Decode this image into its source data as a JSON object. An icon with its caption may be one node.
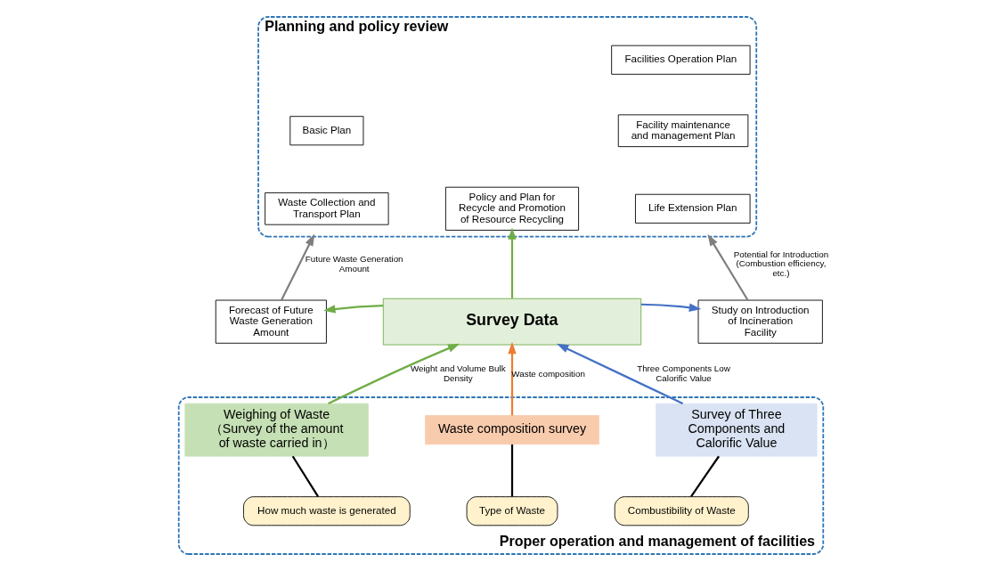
{
  "diagram": {
    "nodes": [
      {
        "text": [
          "Planning and policy review"
        ]
      },
      {
        "text": [
          "Basic Plan"
        ],
        "in": 0
      },
      {
        "text": [
          "Waste Collection and Transport Plan"
        ],
        "in": 0
      },
      {
        "text": [
          "Policy and Plan for Recycle and Promotion of Resource Recycling"
        ],
        "in": 0
      },
      {
        "text": [
          "Facilities Operation Plan"
        ],
        "in": 0
      },
      {
        "text": [
          "Facility maintenance and management Plan"
        ],
        "in": 0
      },
      {
        "text": [
          "Life Extension Plan"
        ],
        "in": 0
      },
      {
        "text": [
          "Forecast of Future Waste Generation Amount"
        ]
      },
      {
        "text": [
          "Survey Data"
        ]
      },
      {
        "text": [
          "Study on Introduction of Incineration Facility"
        ]
      },
      {
        "text": [
          "Proper operation and management of facilities"
        ]
      },
      {
        "text": [
          "Weighing of Waste （Survey of the amount of waste carried in）"
        ],
        "in": 10
      },
      {
        "text": [
          "Waste composition survey"
        ],
        "in": 10
      },
      {
        "text": [
          "Survey of Three Components and Calorific Value"
        ],
        "in": 10
      },
      {
        "text": [
          "How much waste is generated"
        ],
        "in": 10
      },
      {
        "text": [
          "Type of Waste"
        ],
        "in": 10
      },
      {
        "text": [
          "Combustibility of Waste"
        ],
        "in": 10
      }
    ],
    "edges": [
      {
        "from": 7,
        "to": 0,
        "arrow": "to",
        "label": "Future Waste Generation Amount",
        "color": "#7f7f7f"
      },
      {
        "from": 8,
        "to": 7,
        "arrow": "to",
        "color": "#70ad47"
      },
      {
        "from": 8,
        "to": 3,
        "arrow": "to",
        "color": "#70ad47"
      },
      {
        "from": 8,
        "to": 9,
        "arrow": "to",
        "color": "#4472c4"
      },
      {
        "from": 9,
        "to": 0,
        "arrow": "to",
        "label": "Potential for Introduction (Combustion efficiency, etc.)",
        "color": "#7f7f7f"
      },
      {
        "from": 11,
        "to": 8,
        "arrow": "to",
        "label": "Weight and Volume Bulk Density",
        "color": "#70ad47"
      },
      {
        "from": 12,
        "to": 8,
        "arrow": "to",
        "label": "Waste composition",
        "color": "#ed7d31"
      },
      {
        "from": 13,
        "to": 8,
        "arrow": "to",
        "label": "Three Components Low Calorific Value",
        "color": "#4472c4"
      },
      {
        "from": 14,
        "to": 11,
        "arrow": "none",
        "color": "#000000"
      },
      {
        "from": 15,
        "to": 12,
        "arrow": "none",
        "color": "#000000"
      },
      {
        "from": 16,
        "to": 13,
        "arrow": "none",
        "color": "#000000"
      }
    ]
  }
}
